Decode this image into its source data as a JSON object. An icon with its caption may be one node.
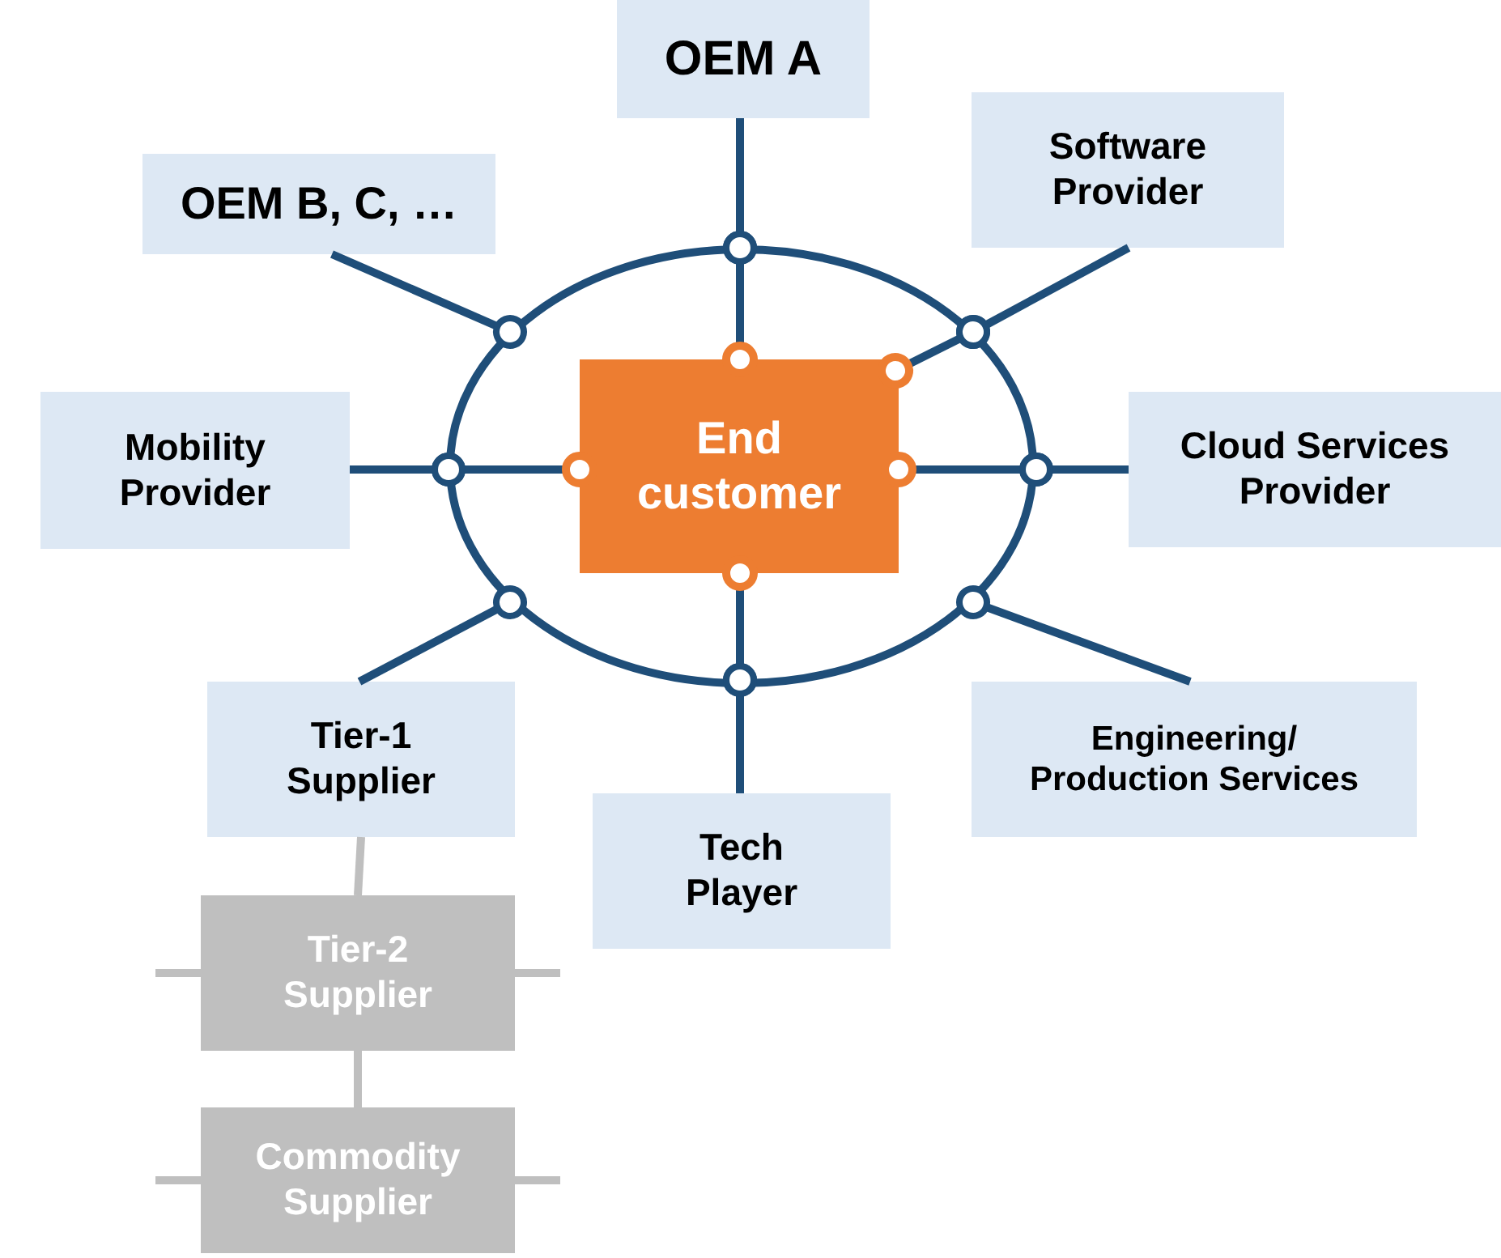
{
  "diagram": {
    "nodes": [
      {
        "text": [
          "OEM A"
        ]
      },
      {
        "text": [
          "Software Provider"
        ]
      },
      {
        "text": [
          "OEM B, C, …"
        ]
      },
      {
        "text": [],
        "shape": "ellipse"
      },
      {
        "text": [
          "End customer"
        ],
        "in": 3
      },
      {
        "text": [
          "Mobility Provider"
        ]
      },
      {
        "text": [
          "Cloud Services Provider"
        ]
      },
      {
        "text": [
          "Tier-1 Supplier"
        ]
      },
      {
        "text": [
          "Engineering/ Production Services"
        ]
      },
      {
        "text": [
          "Tech Player"
        ]
      },
      {
        "text": [
          "Tier-2 Supplier"
        ]
      },
      {
        "text": [
          "Commodity Supplier"
        ]
      }
    ],
    "edges": [
      {
        "from": 0,
        "to": 3,
        "arrow": "other"
      },
      {
        "from": 1,
        "to": 3,
        "arrow": "other"
      },
      {
        "from": 2,
        "to": 3,
        "arrow": "other"
      },
      {
        "from": 5,
        "to": 3,
        "arrow": "other"
      },
      {
        "from": 6,
        "to": 3,
        "arrow": "other"
      },
      {
        "from": 7,
        "to": 3,
        "arrow": "other"
      },
      {
        "from": 8,
        "to": 3,
        "arrow": "other"
      },
      {
        "from": 9,
        "to": 3,
        "arrow": "other"
      },
      {
        "from": 3,
        "to": 4,
        "arrow": "other"
      },
      {
        "from": 3,
        "to": 4,
        "arrow": "other"
      },
      {
        "from": 3,
        "to": 4,
        "arrow": "other"
      },
      {
        "from": 3,
        "to": 4,
        "arrow": "other"
      },
      {
        "from": 3,
        "to": 4,
        "arrow": "other"
      },
      {
        "from": 7,
        "to": 10,
        "arrow": "none",
        "color": "#bfbfbf"
      },
      {
        "from": 10,
        "to": 11,
        "arrow": "none",
        "color": "#bfbfbf"
      },
      {
        "from": 10,
        "to": null,
        "arrow": "none",
        "color": "#bfbfbf"
      },
      {
        "from": 10,
        "to": null,
        "arrow": "none",
        "color": "#bfbfbf"
      },
      {
        "from": 11,
        "to": null,
        "arrow": "none",
        "color": "#bfbfbf"
      },
      {
        "from": 11,
        "to": null,
        "arrow": "none",
        "color": "#bfbfbf"
      }
    ]
  }
}
